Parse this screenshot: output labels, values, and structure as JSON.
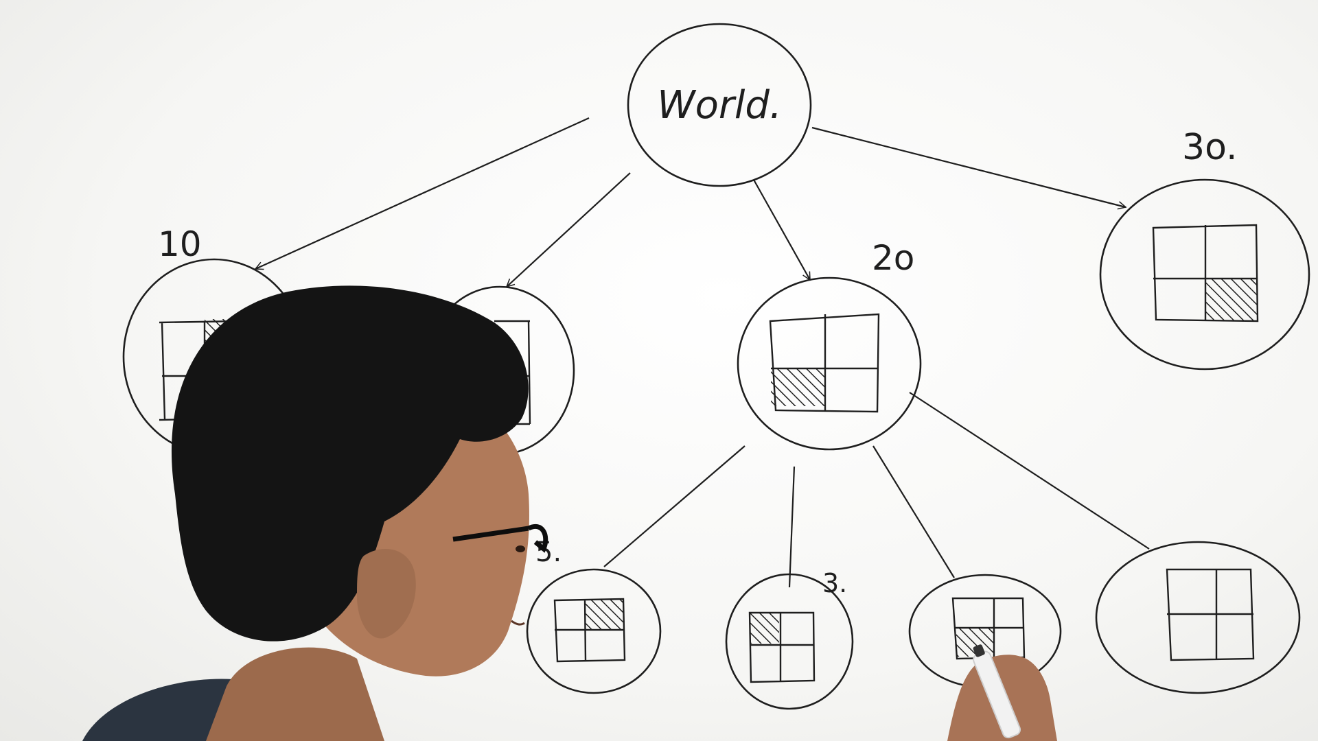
{
  "root": {
    "label": "World."
  },
  "annotations": [
    {
      "id": "ann-10",
      "text": "10"
    },
    {
      "id": "ann-20",
      "text": "2o"
    },
    {
      "id": "ann-30",
      "text": "3o."
    },
    {
      "id": "ann-5",
      "text": "5."
    },
    {
      "id": "ann-3",
      "text": "3."
    }
  ],
  "nodes": [
    {
      "id": "node-10",
      "shaded_quadrant": "top-right",
      "partially_hidden": true
    },
    {
      "id": "node-hidden",
      "shaded_quadrant": "unknown",
      "partially_hidden": true
    },
    {
      "id": "node-20",
      "shaded_quadrant": "bottom-left"
    },
    {
      "id": "node-30",
      "shaded_quadrant": "bottom-right"
    },
    {
      "id": "node-5",
      "shaded_quadrant": "top-right"
    },
    {
      "id": "node-3",
      "shaded_quadrant": "top-left"
    },
    {
      "id": "node-sub3",
      "shaded_quadrant": "bottom-left"
    },
    {
      "id": "node-sub4",
      "shaded_quadrant": "none"
    }
  ],
  "colors": {
    "ink": "#1e1e1e",
    "board": "#f7f7f5",
    "hair": "#141414",
    "skin": "#b07a5a",
    "shirt": "#2b3440",
    "marker": "#f2f2f2"
  }
}
